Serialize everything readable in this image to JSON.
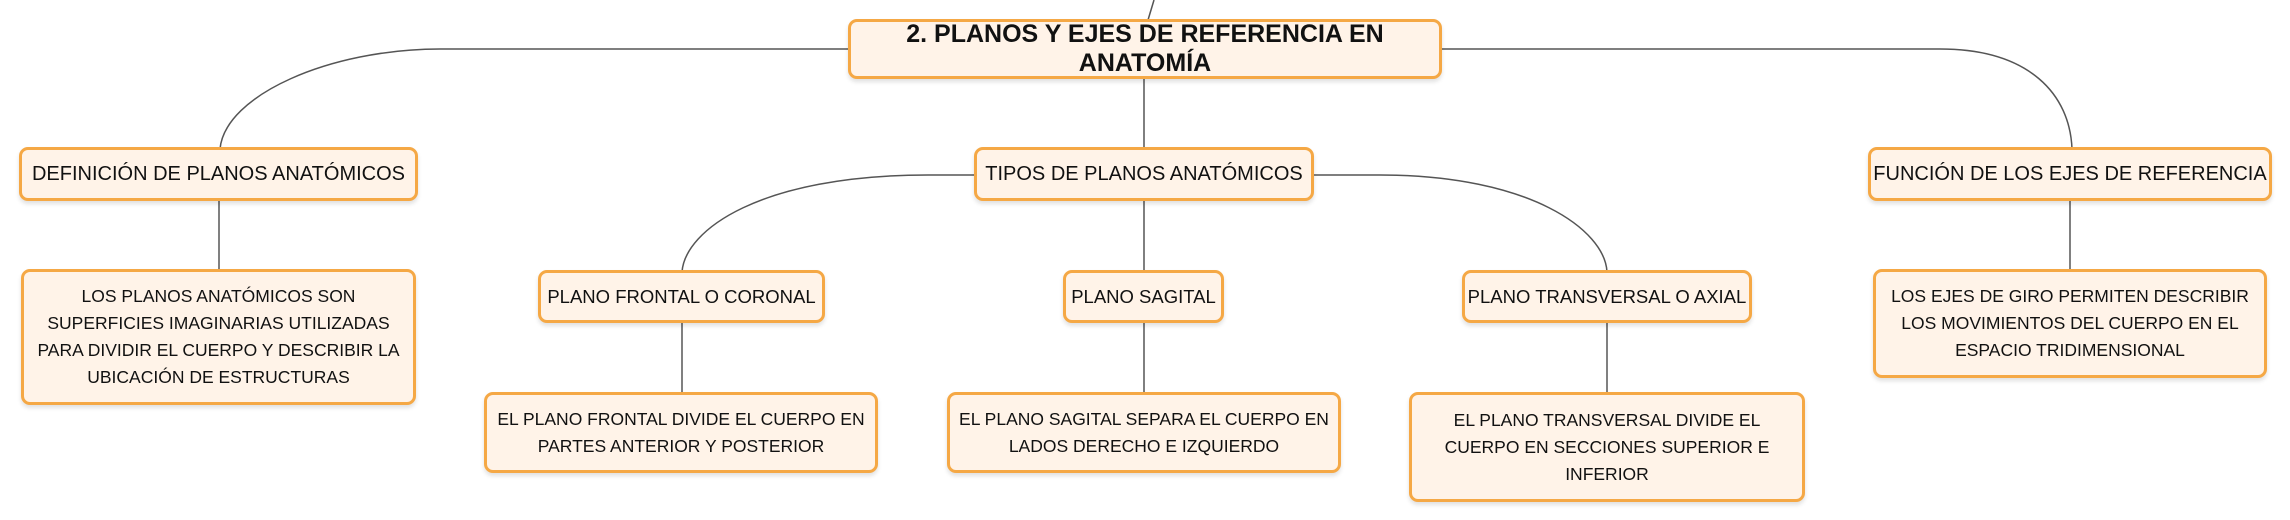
{
  "root": {
    "label": "2. PLANOS Y EJES DE REFERENCIA EN ANATOMÍA"
  },
  "branches": {
    "definition": {
      "label": "DEFINICIÓN DE PLANOS ANATÓMICOS",
      "description": "LOS PLANOS ANATÓMICOS SON SUPERFICIES IMAGINARIAS UTILIZADAS PARA DIVIDIR EL CUERPO Y DESCRIBIR LA UBICACIÓN DE ESTRUCTURAS"
    },
    "types": {
      "label": "TIPOS DE PLANOS ANATÓMICOS",
      "frontal": {
        "label": "PLANO FRONTAL O CORONAL",
        "description": "EL PLANO FRONTAL DIVIDE EL CUERPO EN PARTES ANTERIOR Y POSTERIOR"
      },
      "sagittal": {
        "label": "PLANO SAGITAL",
        "description": "EL PLANO SAGITAL SEPARA EL CUERPO EN LADOS DERECHO E IZQUIERDO"
      },
      "transverse": {
        "label": "PLANO TRANSVERSAL O AXIAL",
        "description": "EL PLANO TRANSVERSAL DIVIDE EL CUERPO EN SECCIONES SUPERIOR E INFERIOR"
      }
    },
    "axes": {
      "label": "FUNCIÓN DE LOS EJES DE REFERENCIA",
      "description": "LOS EJES DE GIRO PERMITEN DESCRIBIR LOS MOVIMIENTOS DEL CUERPO EN EL ESPACIO TRIDIMENSIONAL"
    }
  },
  "colors": {
    "node_border": "#f5a845",
    "node_fill": "#fff3e8",
    "connector": "#555555"
  }
}
